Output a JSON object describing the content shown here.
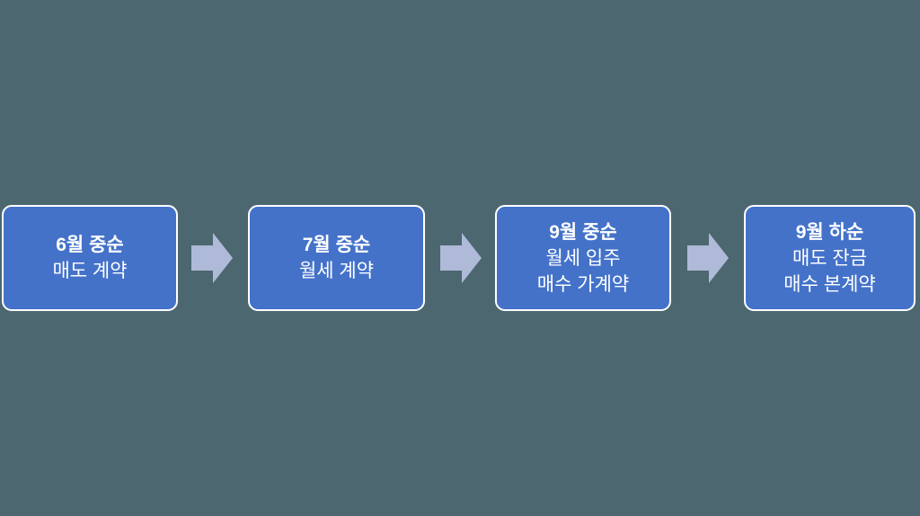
{
  "page": {
    "background_color": "#4C6770"
  },
  "flowchart": {
    "box_fill_color": "#4472C9",
    "box_border_color": "#FFFFFF",
    "text_color": "#FFFFFF",
    "arrow_color": "#AEBAD8",
    "steps": [
      {
        "title": "6월 중순",
        "lines": [
          "매도 계약"
        ]
      },
      {
        "title": "7월 중순",
        "lines": [
          "월세 계약"
        ]
      },
      {
        "title": "9월 중순",
        "lines": [
          "월세 입주",
          "매수 가계약"
        ]
      },
      {
        "title": "9월 하순",
        "lines": [
          "매도 잔금",
          "매수 본계약"
        ]
      }
    ]
  }
}
